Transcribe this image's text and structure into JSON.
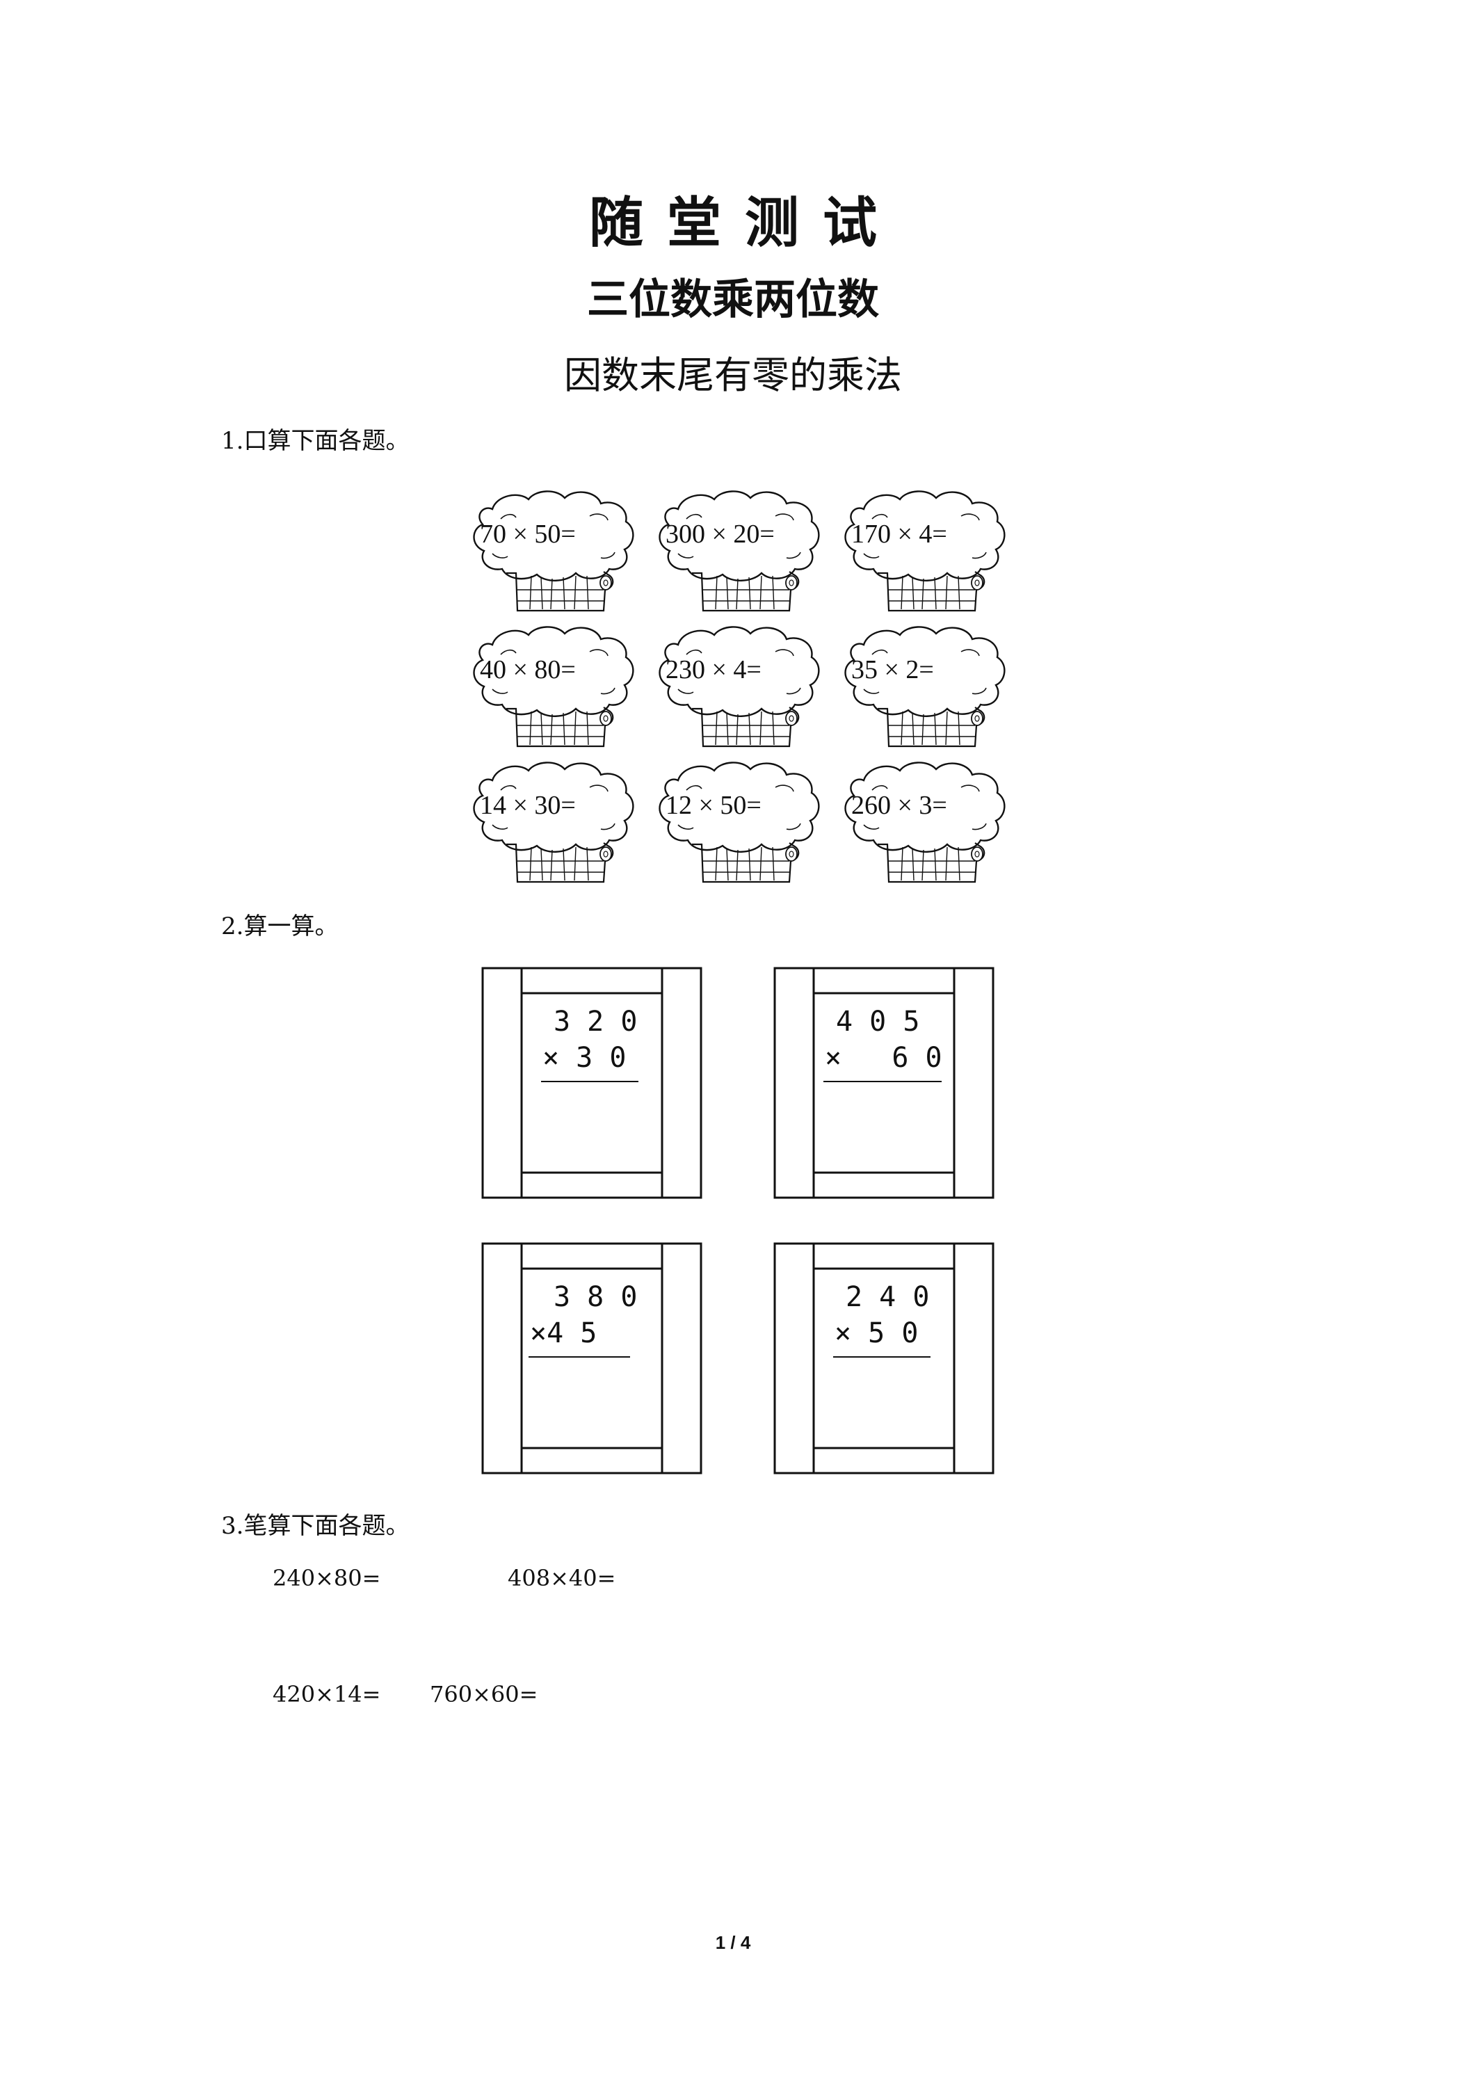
{
  "header": {
    "title": "随堂测试",
    "subtitle": "三位数乘两位数",
    "lesson": "因数末尾有零的乘法"
  },
  "sections": {
    "s1": "1.口算下面各题。",
    "s2": "2.算一算。",
    "s3": "3.笔算下面各题。"
  },
  "oral": [
    "70 × 50=",
    "300 × 20=",
    "170 × 4=",
    "40 × 80=",
    "230 × 4=",
    "35 × 2=",
    "14 × 30=",
    "12 × 50=",
    "260 × 3="
  ],
  "vertical": [
    {
      "top": "3 2 0",
      "bottom": "× 3 0"
    },
    {
      "top": "4 0 5",
      "bottom": "×   6 0"
    },
    {
      "top": "3 8 0",
      "bottom": "×4 5"
    },
    {
      "top": "2 4 0",
      "bottom": "× 5 0"
    }
  ],
  "written": [
    "240×80=",
    "408×40=",
    "420×14=",
    "760×60="
  ],
  "footer": {
    "page": "1 / 4"
  }
}
